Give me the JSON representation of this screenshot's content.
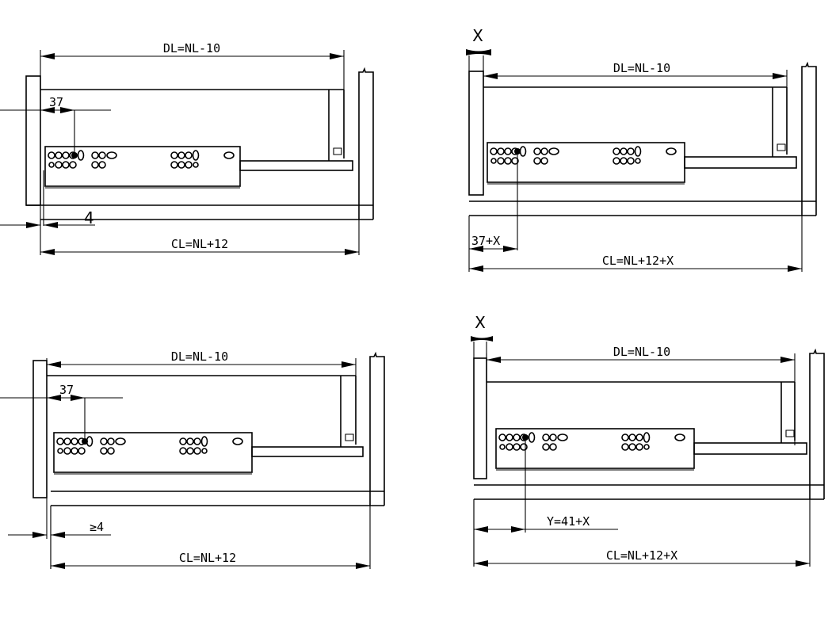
{
  "diagrams": [
    {
      "id": "standard-37",
      "dl": "DL=NL-10",
      "offset": "37",
      "gap": "4",
      "cl": "CL=NL+12"
    },
    {
      "id": "overlay-37x",
      "marker": "X",
      "dl": "DL=NL-10",
      "offset": "37+X",
      "cl": "CL=NL+12+X"
    },
    {
      "id": "standard-min4",
      "dl": "DL=NL-10",
      "offset": "37",
      "gap": "≥4",
      "cl": "CL=NL+12"
    },
    {
      "id": "overlay-y",
      "marker": "X",
      "dl": "DL=NL-10",
      "offset": "Y=41+X",
      "cl": "CL=NL+12+X"
    }
  ],
  "colors": {
    "line": "#000000",
    "background": "#ffffff"
  }
}
